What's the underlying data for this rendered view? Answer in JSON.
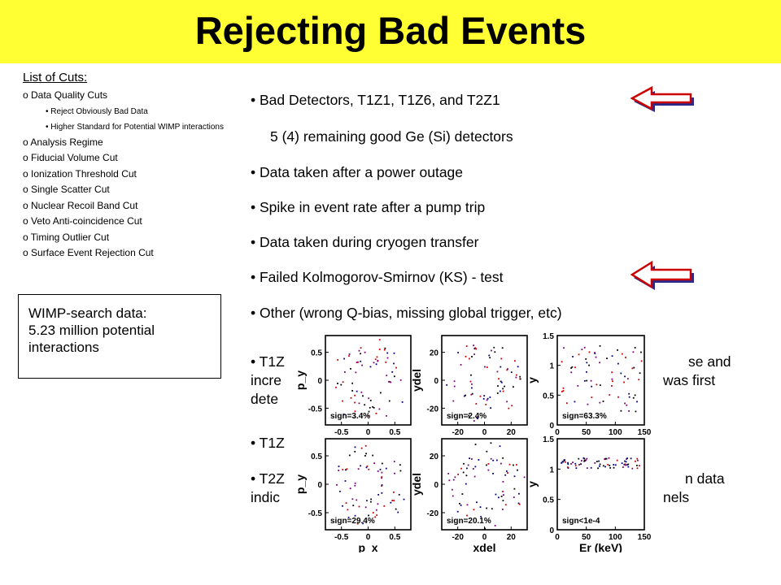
{
  "title": "Rejecting Bad Events",
  "cuts_title": "List of Cuts:",
  "cuts": [
    {
      "text": "o Data Quality Cuts",
      "sub": false
    },
    {
      "text": "• Reject Obviously Bad Data",
      "sub": true
    },
    {
      "text": "• Higher Standard for Potential WIMP interactions",
      "sub": true
    },
    {
      "text": "o Analysis Regime",
      "sub": false
    },
    {
      "text": "o Fiducial Volume Cut",
      "sub": false
    },
    {
      "text": "o Ionization Threshold Cut",
      "sub": false
    },
    {
      "text": "o Single Scatter Cut",
      "sub": false
    },
    {
      "text": "o Nuclear Recoil Band Cut",
      "sub": false
    },
    {
      "text": "o Veto Anti-coincidence Cut",
      "sub": false
    },
    {
      "text": "o Timing Outlier Cut",
      "sub": false
    },
    {
      "text": "o Surface Event Rejection Cut",
      "sub": false
    }
  ],
  "wimp_box": [
    "WIMP-search data:",
    "5.23 million potential",
    "interactions"
  ],
  "bullets": [
    "• Bad Detectors, T1Z1, T1Z6, and T2Z1",
    "5 (4) remaining good Ge (Si) detectors",
    "• Data taken after a power outage",
    "• Spike in event rate after a pump trip",
    "• Data taken during cryogen transfer",
    "• Failed Kolmogorov-Smirnov (KS) - test",
    "• Other (wrong Q-bias, missing global trigger, etc)"
  ],
  "lower_bullets": [
    {
      "left": "• T1Z",
      "right": "se and"
    },
    {
      "left": "incre",
      "right": "was first"
    },
    {
      "left": "dete",
      "right": ""
    },
    {
      "left": "• T1Z",
      "right": ""
    },
    {
      "left": "• T2Z",
      "right": "n data"
    },
    {
      "left": "indic",
      "right": "nels"
    }
  ],
  "arrow_color": "#cc0000",
  "chart_data": [
    {
      "type": "scatter",
      "xlabel": "",
      "ylabel": "p_y",
      "xticks": [
        "-0.5",
        "0",
        "0.5"
      ],
      "yticks": [
        "-0.5",
        "0",
        "0.5"
      ],
      "xlim": [
        -0.8,
        0.8
      ],
      "ylim": [
        -0.8,
        0.8
      ],
      "annotation": "sign=3.4%"
    },
    {
      "type": "scatter",
      "xlabel": "",
      "ylabel": "ydel",
      "xticks": [
        "-20",
        "0",
        "20"
      ],
      "yticks": [
        "-20",
        "0",
        "20"
      ],
      "xlim": [
        -32,
        32
      ],
      "ylim": [
        -32,
        32
      ],
      "annotation": "sign=2.4%"
    },
    {
      "type": "scatter",
      "xlabel": "",
      "ylabel": "y",
      "xticks": [
        "0",
        "50",
        "100",
        "150"
      ],
      "yticks": [
        "0",
        "0.5",
        "1",
        "1.5"
      ],
      "xlim": [
        0,
        150
      ],
      "ylim": [
        0,
        1.5
      ],
      "annotation": "sign=63.3%"
    },
    {
      "type": "scatter",
      "xlabel": "p_x",
      "ylabel": "p_y",
      "xticks": [
        "-0.5",
        "0",
        "0.5"
      ],
      "yticks": [
        "-0.5",
        "0",
        "0.5"
      ],
      "xlim": [
        -0.8,
        0.8
      ],
      "ylim": [
        -0.8,
        0.8
      ],
      "annotation": "sign=29.4%"
    },
    {
      "type": "scatter",
      "xlabel": "xdel",
      "ylabel": "ydel",
      "xticks": [
        "-20",
        "0",
        "20"
      ],
      "yticks": [
        "-20",
        "0",
        "20"
      ],
      "xlim": [
        -32,
        32
      ],
      "ylim": [
        -32,
        32
      ],
      "annotation": "sign=20.1%"
    },
    {
      "type": "scatter",
      "xlabel": "Er (keV)",
      "ylabel": "y",
      "xticks": [
        "0",
        "50",
        "100",
        "150"
      ],
      "yticks": [
        "0",
        "0.5",
        "1",
        "1.5"
      ],
      "xlim": [
        0,
        150
      ],
      "ylim": [
        0,
        1.5
      ],
      "annotation": "sign<1e-4"
    }
  ]
}
